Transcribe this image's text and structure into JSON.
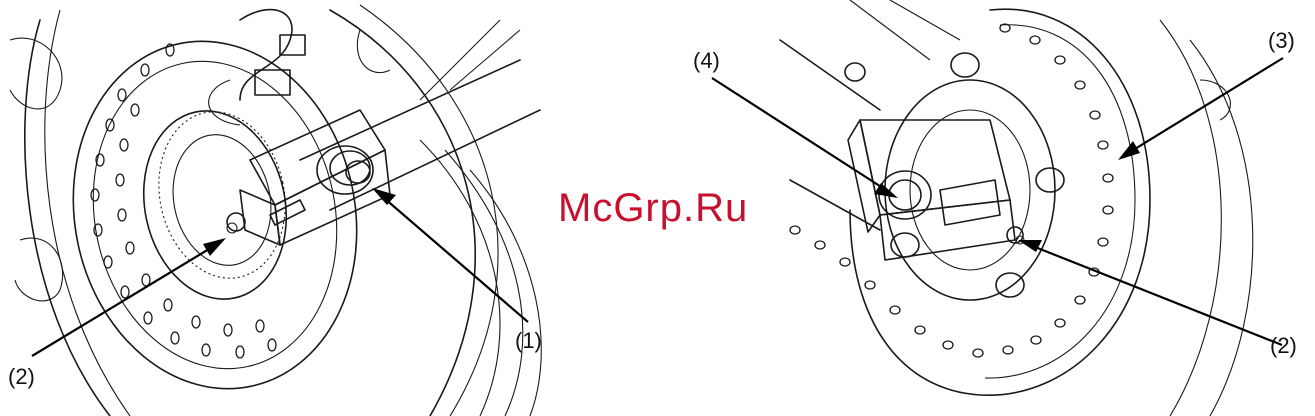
{
  "watermark": "McGrp.Ru",
  "callouts": {
    "left_1": "(1)",
    "left_2": "(2)",
    "right_4": "(4)",
    "right_3": "(3)",
    "right_2": "(2)"
  },
  "colors": {
    "watermark": "#c8102e",
    "line_art": "#1a1a1a",
    "background": "#ffffff"
  }
}
